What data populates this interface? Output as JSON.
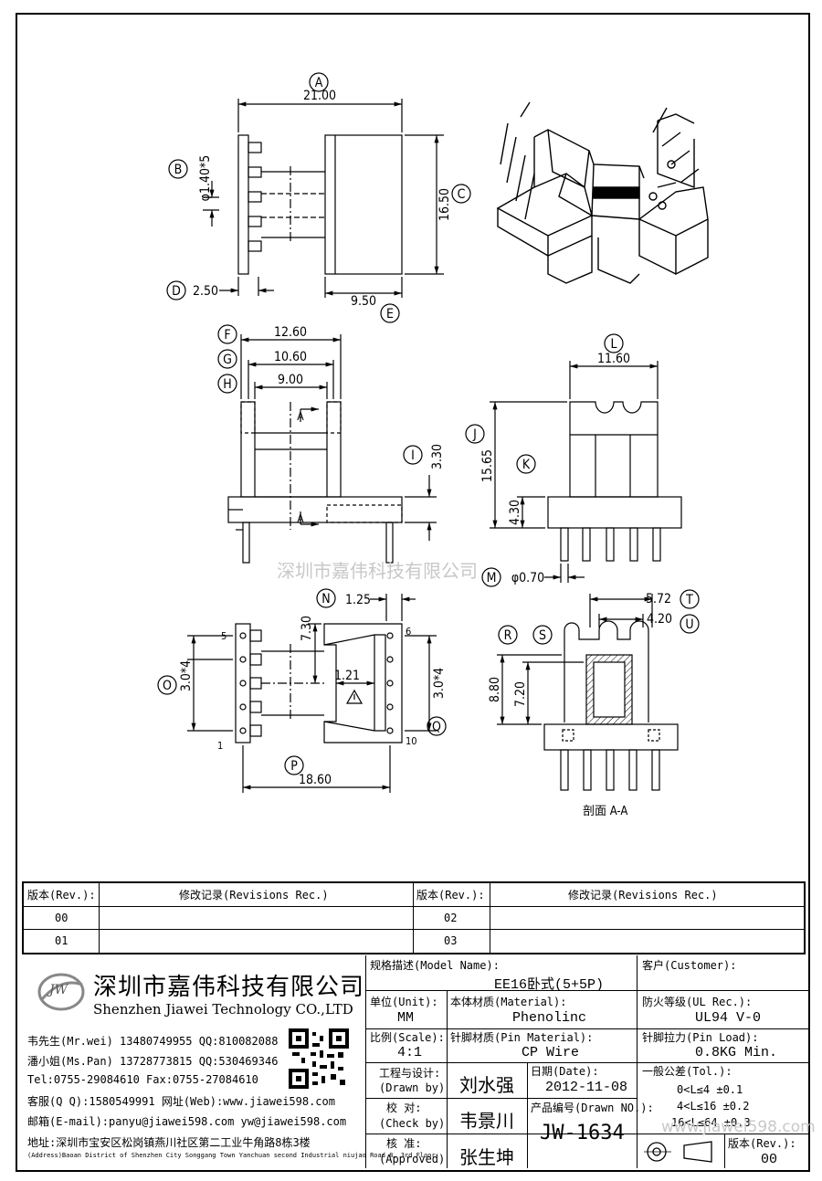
{
  "dimensions": {
    "A": "A",
    "a_val": "21.00",
    "B": "B",
    "b_val": "φ1.40*5",
    "C": "C",
    "c_val": "16.50",
    "D": "D",
    "d_val": "2.50",
    "E": "E",
    "e_val": "9.50",
    "F": "F",
    "f_val": "12.60",
    "G": "G",
    "g_val": "10.60",
    "H": "H",
    "h_val": "9.00",
    "I": "I",
    "i_val": "3.30",
    "J": "J",
    "j_val": "15.65",
    "K": "K",
    "k_val": "4.30",
    "L": "L",
    "l_val": "11.60",
    "M": "M",
    "m_val": "φ0.70",
    "N": "N",
    "n_val": "1.25",
    "n2_val": "7.30",
    "O": "O",
    "o_val": "3.0*4",
    "P": "P",
    "p_val": "18.60",
    "Q": "Q",
    "q_val": "3.0*4",
    "R": "R",
    "r_val": "8.80",
    "S": "S",
    "s_val": "7.20",
    "T": "T",
    "t_val": "5.72",
    "U": "U",
    "u_val": "4.20",
    "center_val": "1.21",
    "section_a": "A",
    "pin5": "5",
    "pin1": "1",
    "pin6": "6",
    "pin10": "10",
    "section_title": "剖面 A-A"
  },
  "watermark_center": "深圳市嘉伟科技有限公司",
  "watermark_bottom": "www.jiawei598.com",
  "revisions": {
    "rev_header": "版本(Rev.):",
    "rec_header": "修改记录(Revisions Rec.)",
    "rows_left": [
      "00",
      "01"
    ],
    "rows_right": [
      "02",
      "03"
    ]
  },
  "company": {
    "logo_text": "JW",
    "name_cn": "深圳市嘉伟科技有限公司",
    "name_en": "Shenzhen Jiawei Technology CO.,LTD",
    "contacts": [
      "韦先生(Mr.wei) 13480749955 QQ:810082088",
      "潘小姐(Ms.Pan) 13728773815 QQ:530469346",
      "Tel:0755-29084610     Fax:0755-27084610",
      "客服(Q Q):1580549991   网址(Web):www.jiawei598.com",
      "邮箱(E-mail):panyu@jiawei598.com  yw@jiawei598.com",
      "地址:深圳市宝安区松岗镇燕川社区第二工业牛角路8栋3楼"
    ],
    "address_en": "(Address)Baoan District of Shenzhen City Songgang Town Yanchuan  second Industrial niujao Road 8, 3rd Floor"
  },
  "titleblock": {
    "model_label": "规格描述(Model Name):",
    "model_value": "EE16卧式(5+5P)",
    "customer_label": "客户(Customer):",
    "customer_value": "",
    "unit_label": "单位(Unit):",
    "unit_value": "MM",
    "material_label": "本体材质(Material):",
    "material_value": "Phenolinc",
    "ul_label": "防火等级(UL Rec.):",
    "ul_value": "UL94 V-0",
    "scale_label": "比例(Scale):",
    "scale_value": "4:1",
    "pin_material_label": "针脚材质(Pin Material):",
    "pin_material_value": "CP Wire",
    "pin_load_label": "针脚拉力(Pin Load):",
    "pin_load_value": "0.8KG Min.",
    "drawn_label": "工程与设计:",
    "drawn_label_en": "(Drawn by)",
    "drawn_value": "刘水强",
    "date_label": "日期(Date):",
    "date_value": "2012-11-08",
    "drawn_no_label": "产品编号(Drawn NO.):",
    "drawn_no_value": "JW-1634",
    "check_label": "校  对:",
    "check_label_en": "(Check by)",
    "check_value": "韦景川",
    "approved_label": "核  准:",
    "approved_label_en": "(Approved)",
    "approved_value": "张生坤",
    "tol_label": "一般公差(Tol.):",
    "tol_rows": [
      "0<L≤4    ±0.1",
      "4<L≤16   ±0.2",
      "16<L≤64  ±0.3"
    ],
    "rev_label": "版本(Rev.):",
    "rev_value": "00"
  }
}
